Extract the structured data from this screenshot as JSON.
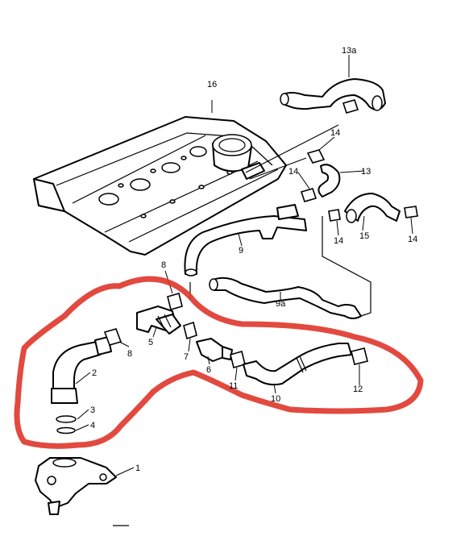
{
  "labels": {
    "p1": "1",
    "p2": "2",
    "p3": "3",
    "p4": "4",
    "p5": "5",
    "p6": "6",
    "p7": "7",
    "p8a": "8",
    "p8b": "8",
    "p9": "9",
    "p9a": "9a",
    "p10": "10",
    "p11": "11",
    "p12": "12",
    "p13": "13",
    "p13a": "13a",
    "p14a": "14",
    "p14b": "14",
    "p14c": "14",
    "p14d": "14",
    "p15": "15",
    "p16": "16"
  },
  "colors": {
    "line": "#000000",
    "background": "#ffffff",
    "highlight": "#e0392f"
  }
}
